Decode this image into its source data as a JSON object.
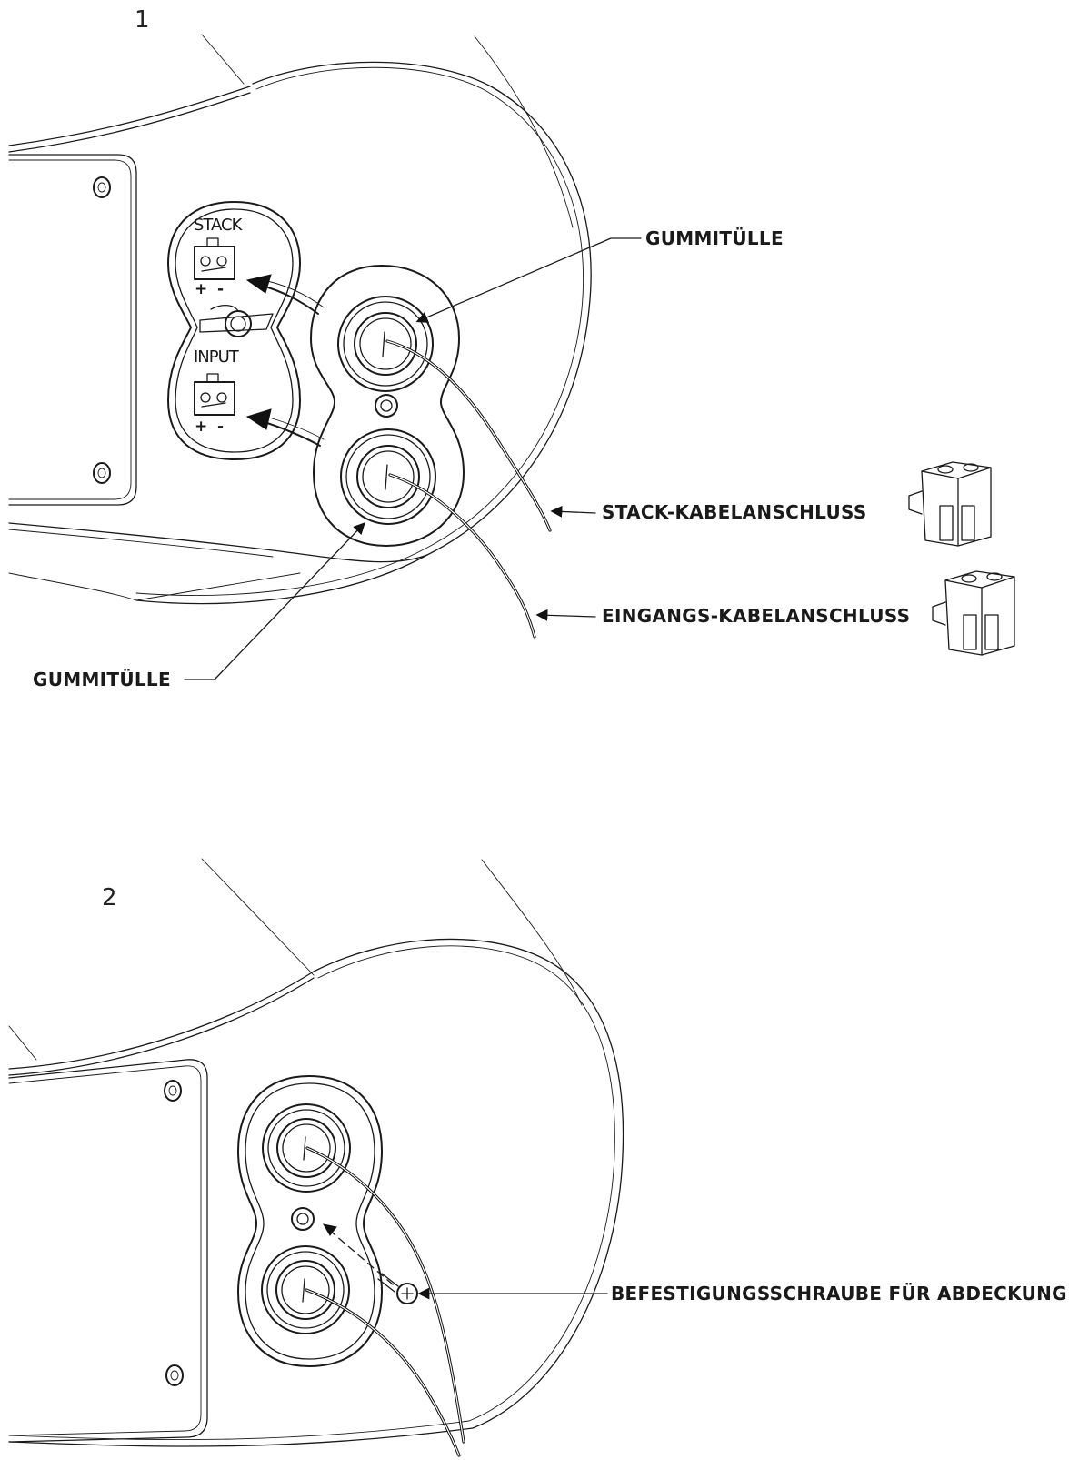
{
  "panel_1": {
    "number": "1",
    "jack_labels": [
      "STACK",
      "INPUT"
    ],
    "polarity_marks": [
      "+",
      "-",
      "+",
      "-"
    ],
    "callouts": {
      "grommet_top": "GUMMITÜLLE",
      "stack_cable": "STACK-KABELANSCHLUSS",
      "input_cable": "EINGANGS-KABELANSCHLUSS",
      "grommet_bottom": "GUMMITÜLLE"
    }
  },
  "panel_2": {
    "number": "2",
    "callouts": {
      "cover_screw": "BEFESTIGUNGSSCHRAUBE FÜR ABDECKUNG"
    }
  }
}
